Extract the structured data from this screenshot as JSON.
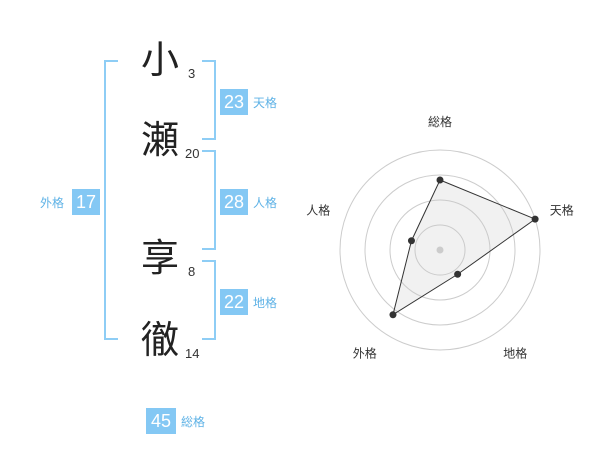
{
  "name": {
    "chars": [
      {
        "kanji": "小",
        "strokes": "3"
      },
      {
        "kanji": "瀬",
        "strokes": "20"
      },
      {
        "kanji": "享",
        "strokes": "8"
      },
      {
        "kanji": "徹",
        "strokes": "14"
      }
    ]
  },
  "fortunes": {
    "tenkaku": {
      "value": "23",
      "label": "天格"
    },
    "jinkaku": {
      "value": "28",
      "label": "人格"
    },
    "chikaku": {
      "value": "22",
      "label": "地格"
    },
    "gaikaku": {
      "value": "17",
      "label": "外格"
    },
    "soukaku": {
      "value": "45",
      "label": "総格"
    }
  },
  "colors": {
    "accent": "#84c8f4",
    "accent_text": "#5eb2e6",
    "bracket": "#8ecdf5"
  },
  "chart_data": {
    "type": "radar",
    "axes": [
      "総格",
      "天格",
      "地格",
      "外格",
      "人格"
    ],
    "values": [
      3.5,
      5,
      1.5,
      4,
      1.5
    ],
    "max": 5,
    "rings": 4,
    "grid": true
  }
}
